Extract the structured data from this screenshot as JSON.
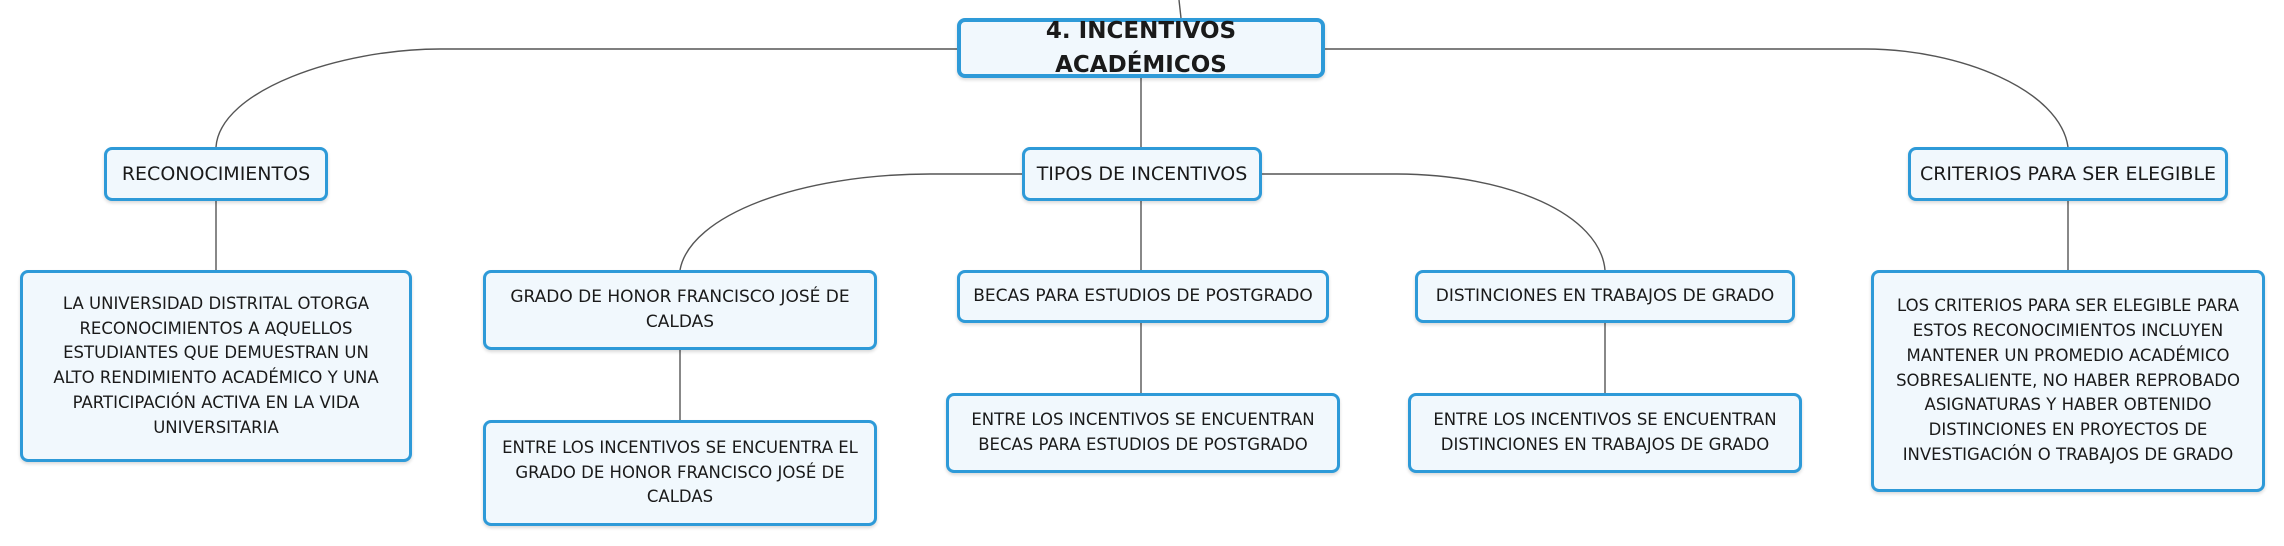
{
  "root": {
    "label": "4. INCENTIVOS ACADÉMICOS"
  },
  "branches": {
    "reconocimientos": {
      "label": "RECONOCIMIENTOS",
      "description": "LA UNIVERSIDAD DISTRITAL OTORGA RECONOCIMIENTOS A AQUELLOS ESTUDIANTES QUE DEMUESTRAN UN ALTO RENDIMIENTO ACADÉMICO Y UNA PARTICIPACIÓN ACTIVA EN LA VIDA UNIVERSITARIA"
    },
    "tipos": {
      "label": "TIPOS DE INCENTIVOS",
      "children": {
        "grado_honor": {
          "label": "GRADO DE HONOR FRANCISCO JOSÉ DE CALDAS",
          "description": "ENTRE LOS INCENTIVOS SE ENCUENTRA EL GRADO DE HONOR FRANCISCO JOSÉ DE CALDAS"
        },
        "becas": {
          "label": "BECAS PARA ESTUDIOS DE POSTGRADO",
          "description": "ENTRE LOS INCENTIVOS SE ENCUENTRAN BECAS PARA ESTUDIOS DE POSTGRADO"
        },
        "distinciones": {
          "label": "DISTINCIONES EN TRABAJOS DE GRADO",
          "description": "ENTRE LOS INCENTIVOS SE ENCUENTRAN DISTINCIONES EN TRABAJOS DE GRADO"
        }
      }
    },
    "criterios": {
      "label": "CRITERIOS PARA SER ELEGIBLE",
      "description": "LOS CRITERIOS PARA SER ELEGIBLE PARA ESTOS RECONOCIMIENTOS INCLUYEN MANTENER UN PROMEDIO ACADÉMICO SOBRESALIENTE, NO HABER REPROBADO ASIGNATURAS Y HABER OBTENIDO DISTINCIONES EN PROYECTOS DE INVESTIGACIÓN O TRABAJOS DE GRADO"
    }
  },
  "colors": {
    "node_border": "#2e9ad8",
    "node_fill": "#f1f8fd",
    "connector": "#555555"
  }
}
